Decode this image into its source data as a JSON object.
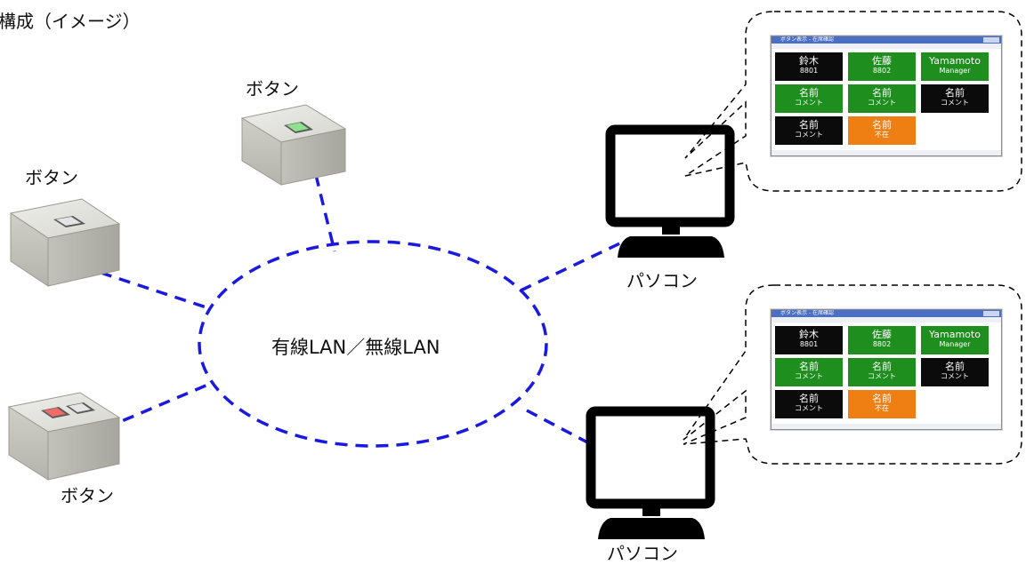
{
  "diagram": {
    "title": "構成（イメージ）",
    "network_label": "有線LAN／無線LAN",
    "labels": {
      "button_top": "ボタン",
      "button_left": "ボタン",
      "button_bottom": "ボタン",
      "pc_top": "パソコン",
      "pc_bottom": "パソコン"
    },
    "colors": {
      "link": "#1a1adf",
      "tile_black": "#0b0b0b",
      "tile_green": "#1e8f1e",
      "tile_orange": "#f07f13"
    }
  },
  "screens": [
    {
      "window_title": "ボタン表示 - 在席確認",
      "tiles": [
        {
          "name": "鈴木",
          "sub": "8801",
          "color": "black"
        },
        {
          "name": "佐藤",
          "sub": "8802",
          "color": "green"
        },
        {
          "name": "Yamamoto",
          "sub": "Manager",
          "color": "green"
        },
        {
          "name": "名前",
          "sub": "コメント",
          "color": "green"
        },
        {
          "name": "名前",
          "sub": "コメント",
          "color": "green"
        },
        {
          "name": "名前",
          "sub": "コメント",
          "color": "black"
        },
        {
          "name": "名前",
          "sub": "コメント",
          "color": "black"
        },
        {
          "name": "名前",
          "sub": "不在",
          "color": "orange"
        }
      ]
    },
    {
      "window_title": "ボタン表示 - 在席確認",
      "tiles": [
        {
          "name": "鈴木",
          "sub": "8801",
          "color": "black"
        },
        {
          "name": "佐藤",
          "sub": "8802",
          "color": "green"
        },
        {
          "name": "Yamamoto",
          "sub": "Manager",
          "color": "green"
        },
        {
          "name": "名前",
          "sub": "コメント",
          "color": "green"
        },
        {
          "name": "名前",
          "sub": "コメント",
          "color": "green"
        },
        {
          "name": "名前",
          "sub": "コメント",
          "color": "black"
        },
        {
          "name": "名前",
          "sub": "コメント",
          "color": "black"
        },
        {
          "name": "名前",
          "sub": "不在",
          "color": "orange"
        }
      ]
    }
  ]
}
